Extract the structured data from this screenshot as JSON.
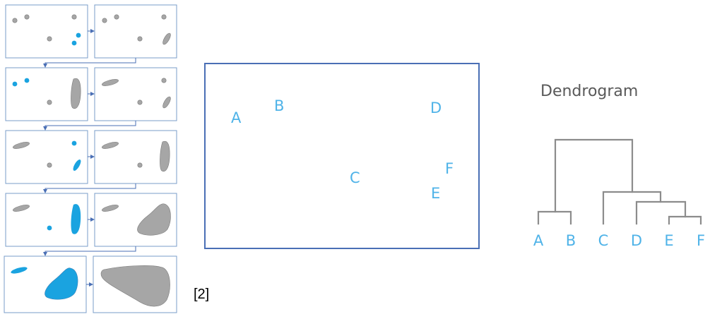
{
  "scatter": {
    "points": [
      {
        "label": "A"
      },
      {
        "label": "B"
      },
      {
        "label": "C"
      },
      {
        "label": "D"
      },
      {
        "label": "E"
      },
      {
        "label": "F"
      }
    ]
  },
  "dendrogram": {
    "title": "Dendrogram",
    "leaves": [
      "A",
      "B",
      "C",
      "D",
      "E",
      "F"
    ]
  },
  "citation": "[2]",
  "colors": {
    "highlight": "#1aa3e0",
    "merged": "#a6a6a6",
    "frame": "#4a6fb5",
    "label": "#4fb3e8",
    "tree": "#8c8c8c"
  }
}
